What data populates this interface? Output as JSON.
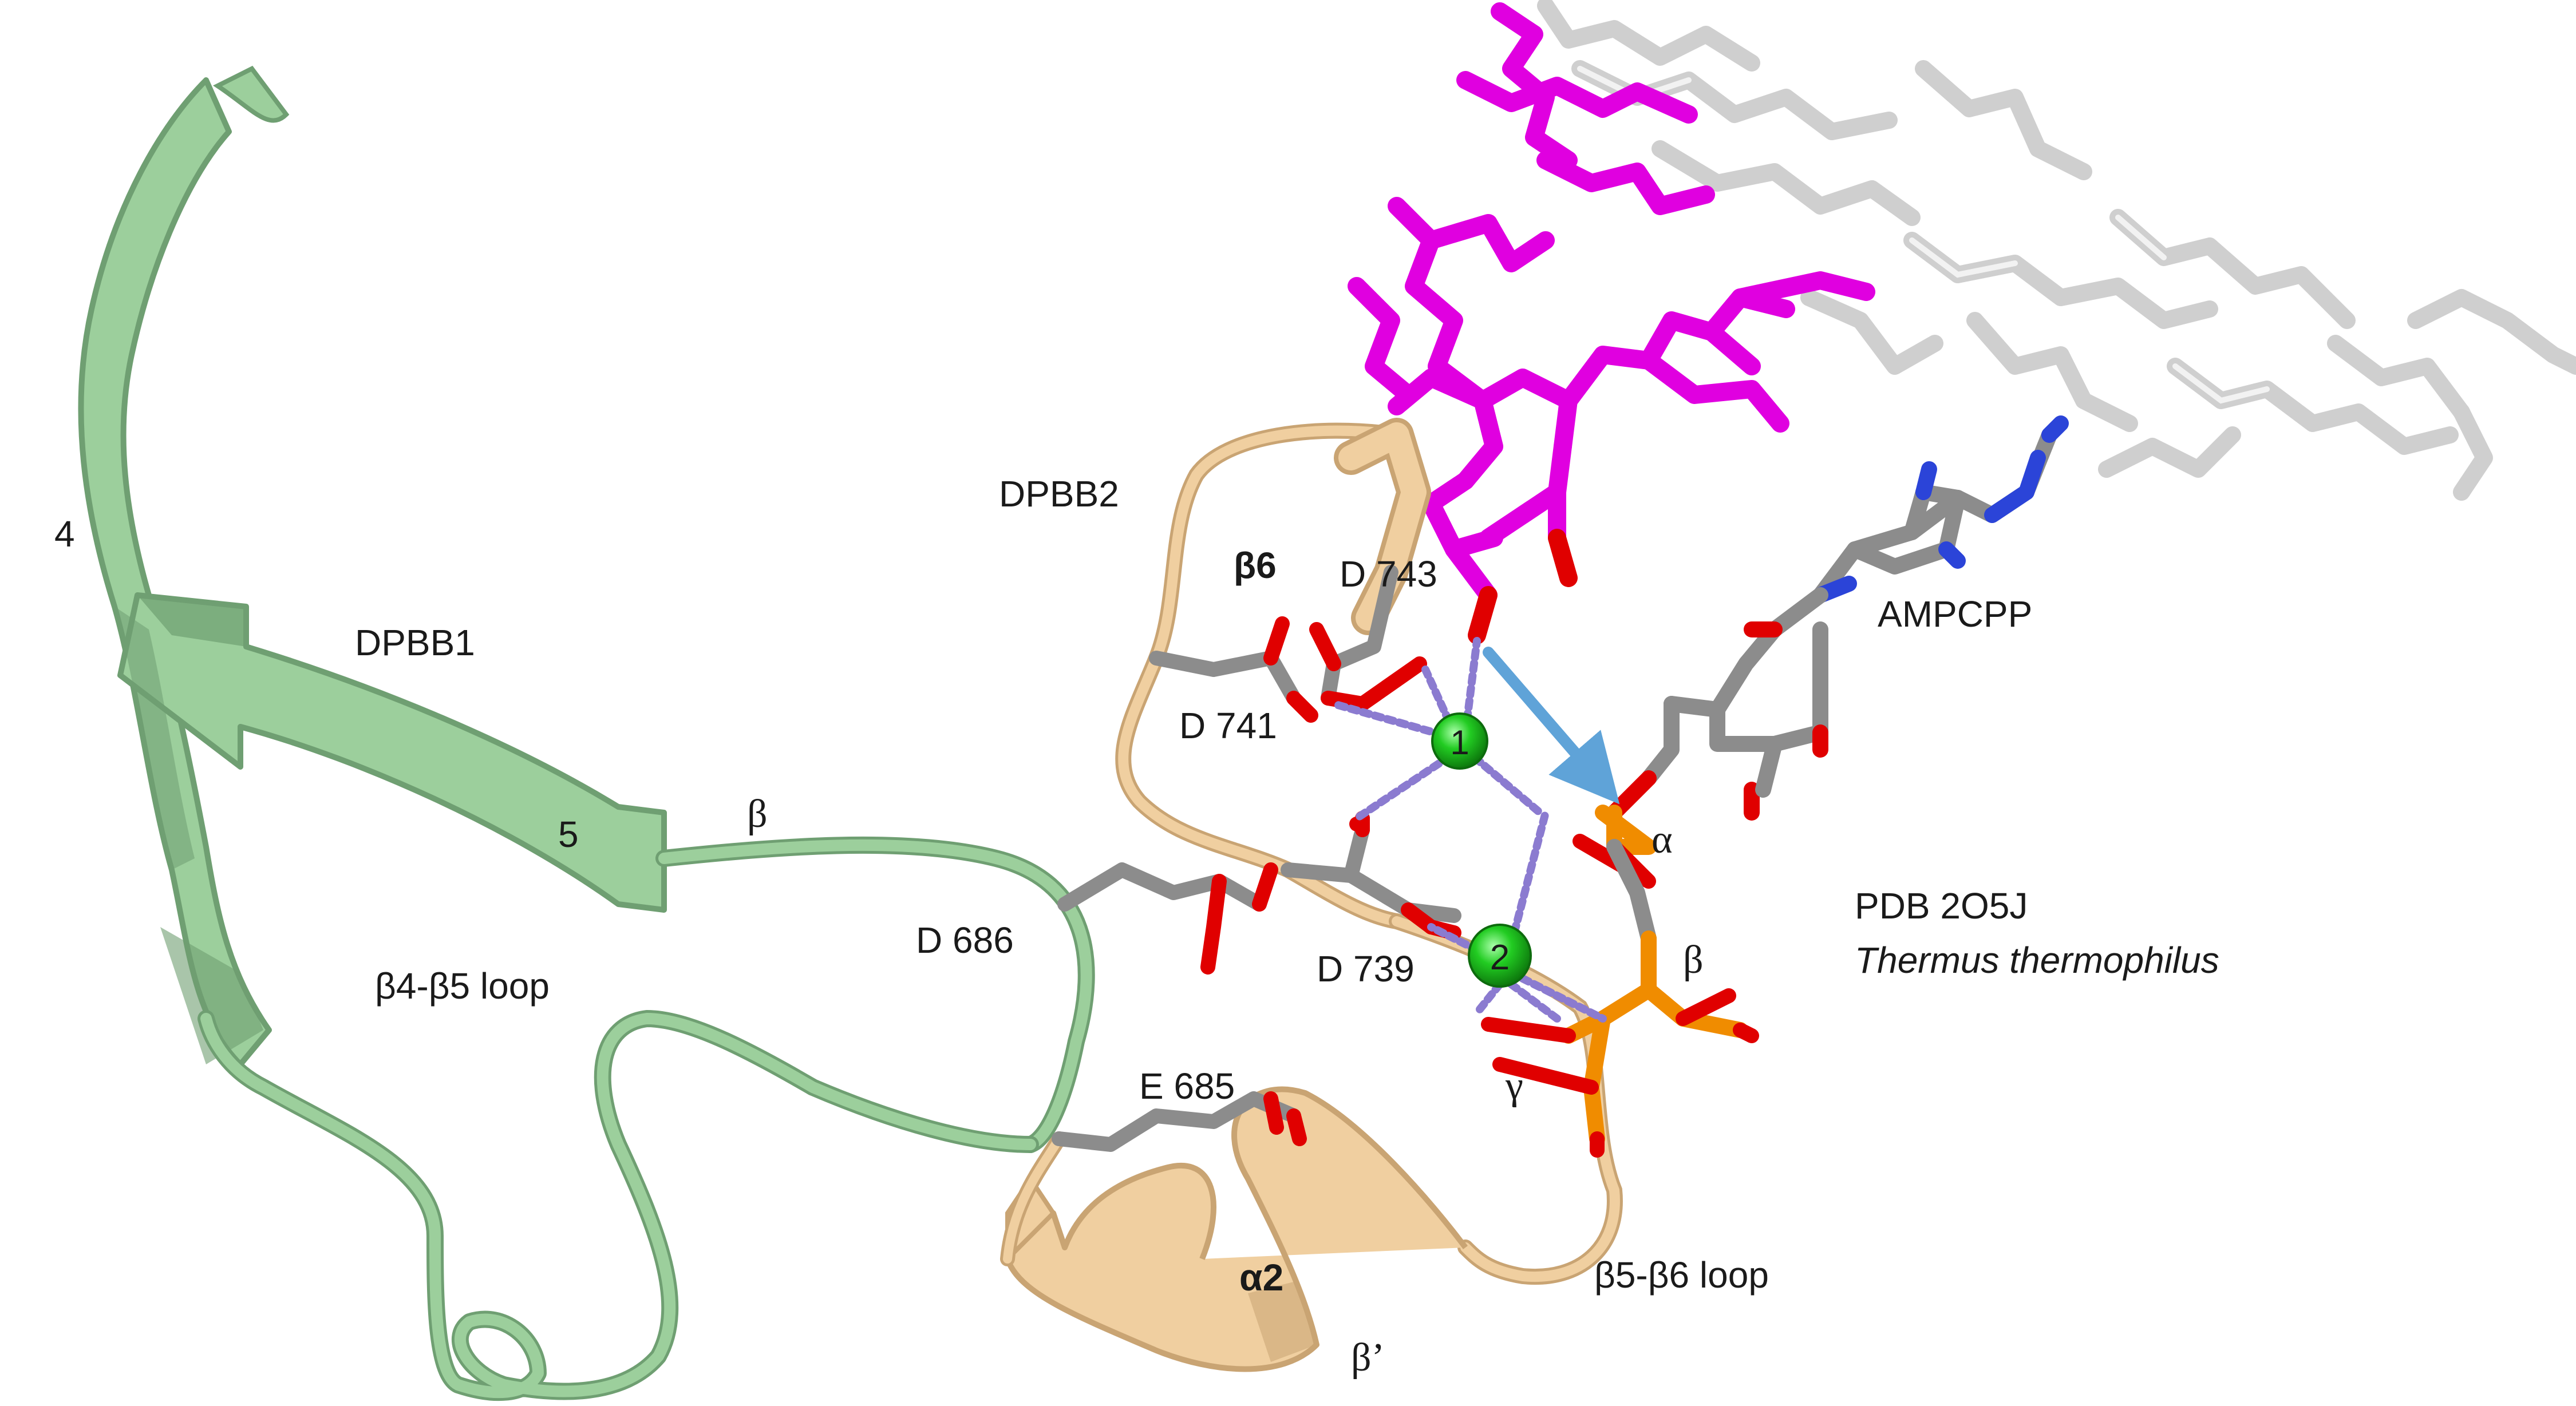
{
  "colors": {
    "dpbb1_ribbon": "#9ccf9c",
    "dpbb1_ribbon_dark": "#6f9f72",
    "dpbb2_ribbon": "#f0cfa0",
    "dpbb2_ribbon_dark": "#c9a473",
    "dna_strand": "#e000e0",
    "dna_complement": "#cfcfcf",
    "carbon": "#8c8c8c",
    "oxygen": "#e00000",
    "nitrogen": "#2b44d8",
    "phosphorus": "#f08c00",
    "metal_ion": "#22cc22",
    "coordination": "#8b7bd0",
    "attack_arrow": "#5fa3d8"
  },
  "labels": {
    "dpbb1": "DPBB1",
    "dpbb2": "DPBB2",
    "strand_4": "4",
    "strand_5": "5",
    "beta_6": "β6",
    "beta": "β",
    "beta4_beta5_loop": "β4-β5 loop",
    "beta5_beta6_loop": "β5-β6 loop",
    "alpha2": "α2",
    "beta_prime": "β’",
    "d743": "D 743",
    "d741": "D 741",
    "d686": "D 686",
    "d739": "D 739",
    "e685": "E 685",
    "ampcpp": "AMPCPP",
    "phosphate_alpha": "α",
    "phosphate_beta": "β",
    "phosphate_gamma": "γ",
    "pdb_id": "PDB 2O5J",
    "organism": "Thermus thermophilus",
    "metal_1": "1",
    "metal_2": "2"
  }
}
